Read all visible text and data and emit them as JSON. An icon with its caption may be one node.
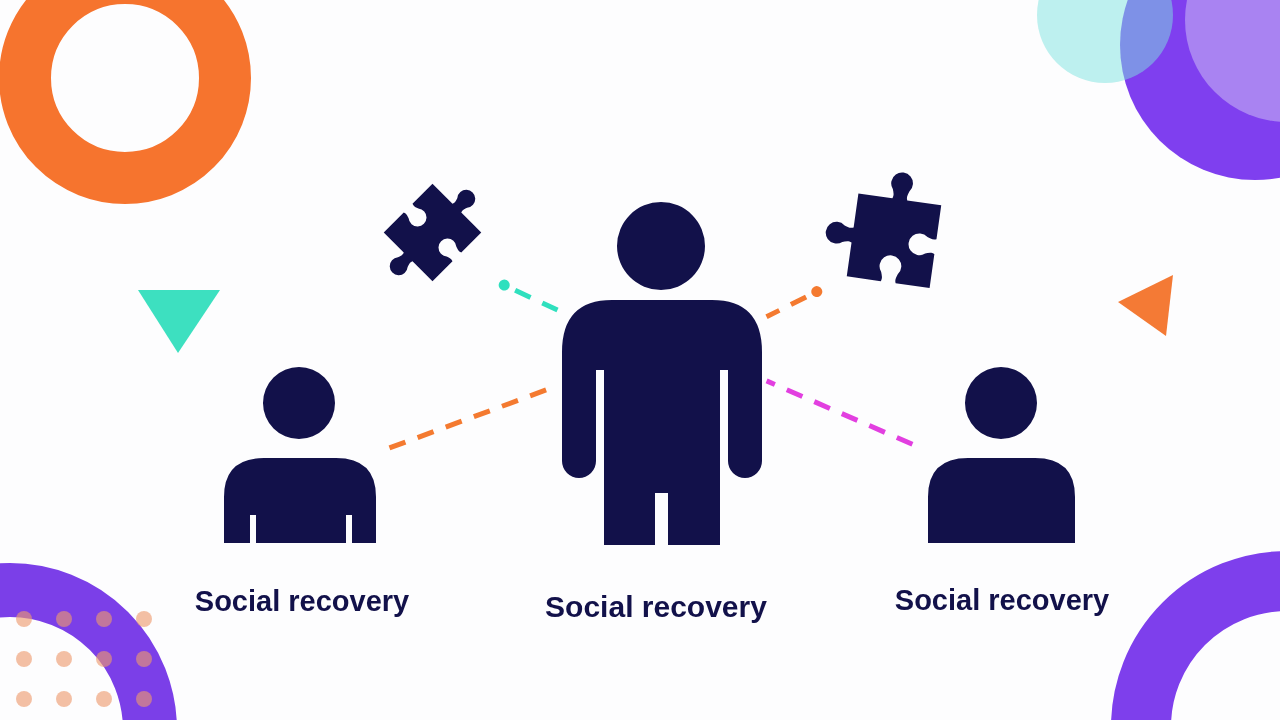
{
  "diagram": {
    "nodes": [
      {
        "text": [],
        "shape": "picture"
      },
      {
        "text": [],
        "shape": "picture"
      },
      {
        "text": [],
        "shape": "person",
        "beside": [
          "Social recovery"
        ]
      },
      {
        "text": [],
        "shape": "person",
        "beside": [
          "Social recovery"
        ]
      },
      {
        "text": [],
        "shape": "person",
        "beside": [
          "Social recovery"
        ]
      }
    ],
    "edges": [
      {
        "from": 2,
        "to": 0,
        "arrow": "other",
        "style": "dashed",
        "color": "#2fe0be"
      },
      {
        "from": 2,
        "to": 1,
        "arrow": "other",
        "style": "dashed",
        "color": "#f47a30"
      },
      {
        "from": 3,
        "to": 2,
        "arrow": "none",
        "style": "dashed",
        "color": "#f47a30"
      },
      {
        "from": 2,
        "to": 4,
        "arrow": "none",
        "style": "dashed",
        "color": "#e23fe0"
      }
    ]
  }
}
